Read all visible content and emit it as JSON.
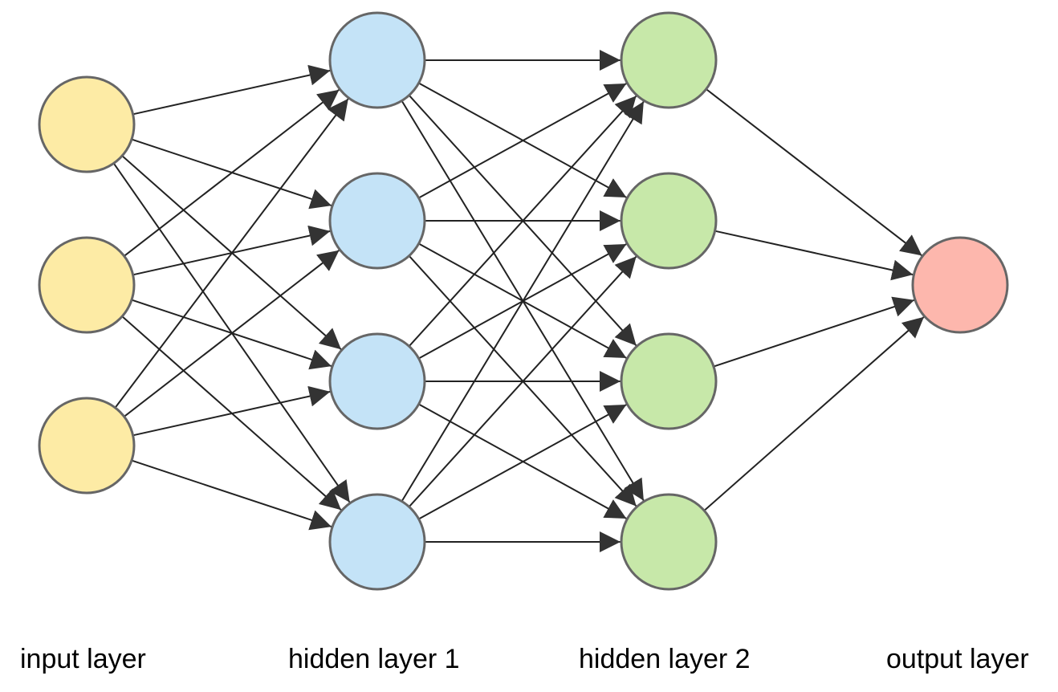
{
  "layers": [
    {
      "label": "input layer",
      "neurons": 3,
      "color": "#fdeba5"
    },
    {
      "label": "hidden layer 1",
      "neurons": 4,
      "color": "#c4e3f7"
    },
    {
      "label": "hidden layer 2",
      "neurons": 4,
      "color": "#c7e8a9"
    },
    {
      "label": "output layer",
      "neurons": 1,
      "color": "#fdb7ad"
    }
  ],
  "neuron_stroke": "#666666",
  "edge_color": "#222222",
  "arrow_color": "#333333",
  "connectivity": "fully-connected"
}
